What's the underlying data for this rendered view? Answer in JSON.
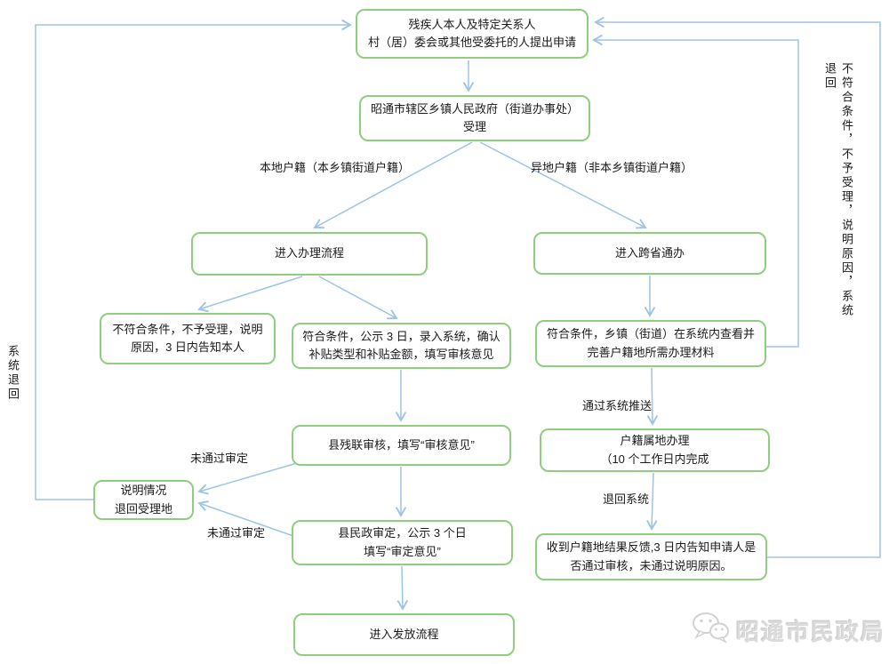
{
  "diagram": {
    "colors": {
      "box_border": "#8fce7d",
      "arrow": "#9dc3e6",
      "text": "#1a1a1a",
      "watermark": "#dadada"
    },
    "nodes": {
      "apply": {
        "lines": [
          "残疾人本人及特定关系人",
          "村（居）委会或其他受委托的人提出申请"
        ]
      },
      "accept": {
        "lines": [
          "昭通市辖区乡镇人民政府（街道办事处）",
          "受理"
        ]
      },
      "local_process": {
        "label": "进入办理流程"
      },
      "cross_province": {
        "label": "进入跨省通办"
      },
      "reject": {
        "lines": [
          "不符合条件，不予受理，说明",
          "原因，3 日内告知本人"
        ]
      },
      "qualified": {
        "lines": [
          "符合条件，公示 3 日，录入系统，确认",
          "补贴类型和补贴金额，填写审核意见"
        ]
      },
      "remote_qualified": {
        "lines": [
          "符合条件，乡镇（街道）在系统内查看并",
          "完善户籍地所需办理材料"
        ]
      },
      "review": {
        "label": "县残联审核，填写“审核意见”"
      },
      "return_info": {
        "lines": [
          "说明情况",
          "退回受理地"
        ]
      },
      "approve": {
        "lines": [
          "县民政审定，公示 3 个日",
          "填写“审定意见”"
        ]
      },
      "household": {
        "lines": [
          "户籍属地办理",
          "（10 个工作日内完成"
        ]
      },
      "feedback": {
        "lines": [
          "收到户籍地结果反馈,3 日内告知申请人是",
          "否通过审核，未通过说明原因。"
        ]
      },
      "issue": {
        "label": "进入发放流程"
      }
    },
    "edge_labels": {
      "local_hukou": "本地户籍（本乡镇街道户籍）",
      "remote_hukou": "异地户籍（非本乡镇街道户籍）",
      "system_push": "通过系统推送",
      "return_system": "退回系统",
      "fail_review": "未通过审定",
      "fail_approve": "未通过审定",
      "system_return_left": "系统退回",
      "system_return_right": "不符合条件，不予受理，说明原因，系统退回"
    }
  },
  "watermark": {
    "icon": "wechat-icon",
    "text": "昭通市民政局"
  }
}
